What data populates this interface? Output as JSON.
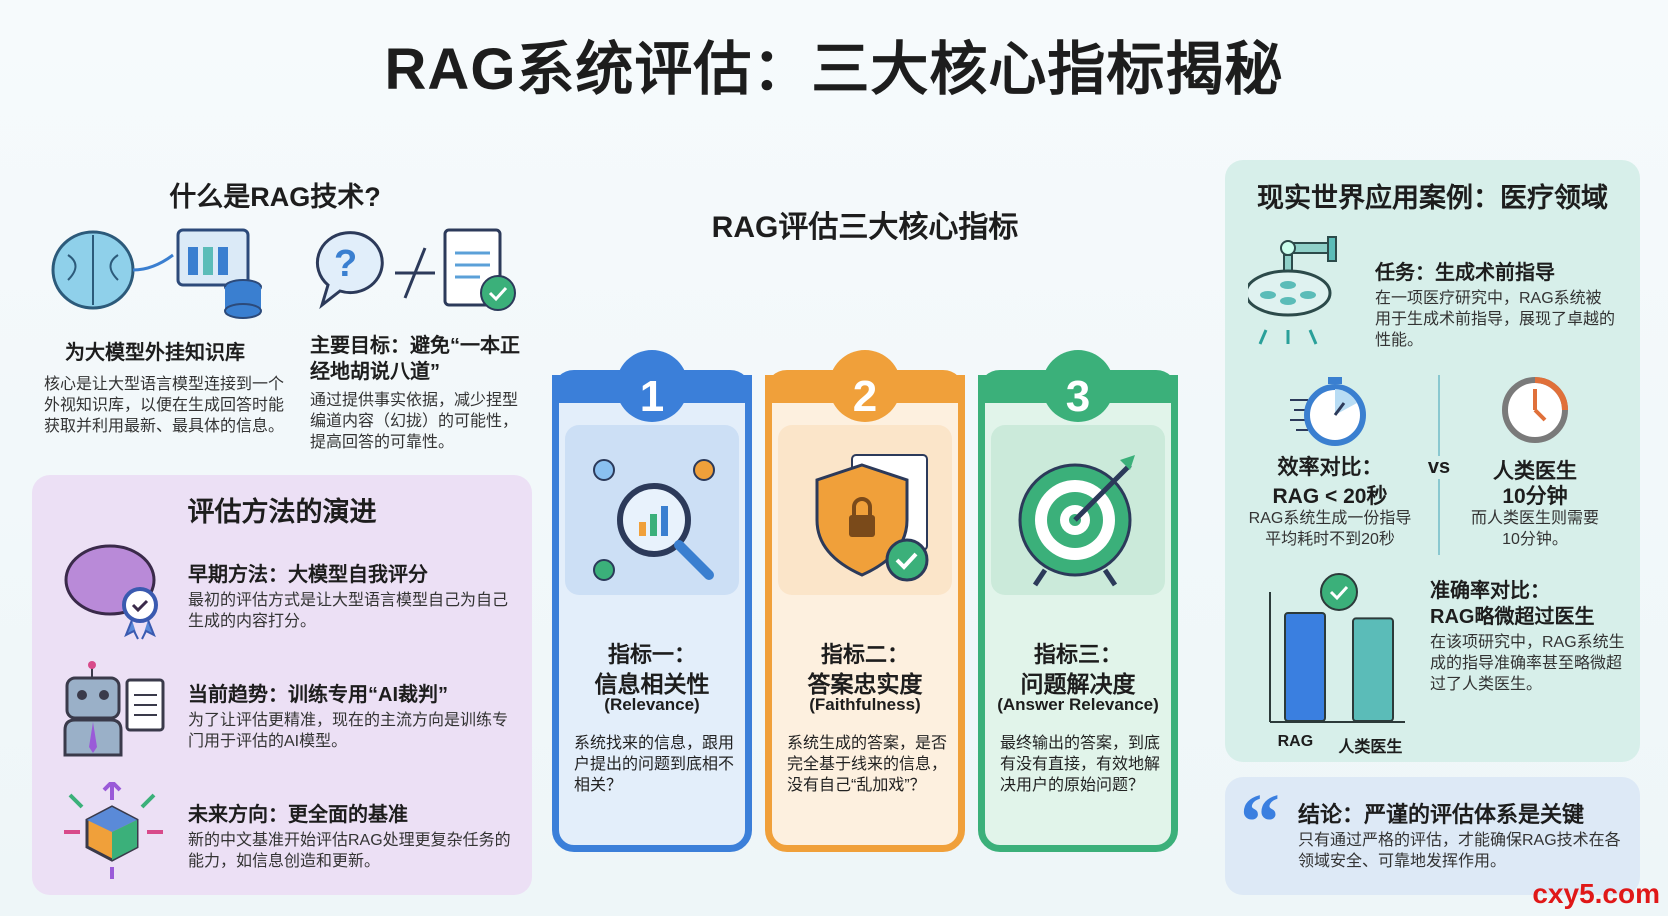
{
  "title": "RAG系统评估：三大核心指标揭秘",
  "what_is": {
    "heading": "什么是RAG技术?",
    "items": [
      {
        "icon": "brain-database-icon",
        "title": "为大模型外挂知识库",
        "text": "核心是让大型语言模型连接到一个外视知识库，以便在生成回答时能获取并利用最新、最具体的信息。"
      },
      {
        "icon": "question-not-equal-document-icon",
        "title": "主要目标：避免“一本正经地胡说八道”",
        "text": "通过提供事实依据，减少捏型编道内容（幻拢）的可能性，提高回答的可靠性。"
      }
    ]
  },
  "evolution": {
    "heading": "评估方法的演进",
    "items": [
      {
        "icon": "brain-badge-icon",
        "title": "早期方法：大模型自我评分",
        "text": "最初的评估方式是让大型语言模型自己为自己生成的内容打分。"
      },
      {
        "icon": "robot-judge-icon",
        "title": "当前趋势：训练专用“AI裁判”",
        "text": "为了让评估更精准，现在的主流方向是训练专门用于评估的AI模型。"
      },
      {
        "icon": "cube-arrows-icon",
        "title": "未来方向：更全面的基准",
        "text": "新的中文基准开始评估RAG处理更复杂任务的能力，如信息创造和更新。"
      }
    ]
  },
  "metrics": {
    "heading": "RAG评估三大核心指标",
    "cards": [
      {
        "num": "1",
        "label": "指标一：",
        "name": "信息相关性",
        "en": "(Relevance)",
        "text": "系统找来的信息，跟用户提出的问题到底相不相关？",
        "color": "#3b7fd9",
        "light": "#e3eefa",
        "icon": "magnifier-network-icon"
      },
      {
        "num": "2",
        "label": "指标二：",
        "name": "答案忠实度",
        "en": "(Faithfulness)",
        "text": "系统生成的答案，是否完全基于线来的信息，没有自己“乱加戏”？",
        "color": "#f0a03a",
        "light": "#fdf0df",
        "icon": "shield-lock-icon"
      },
      {
        "num": "3",
        "label": "指标三：",
        "name": "问题解决度",
        "en": "(Answer Relevance)",
        "text": "最终输出的答案，到底有没有直接，有效地解决用户的原始问题？",
        "color": "#3bb07a",
        "light": "#e1f4ea",
        "icon": "target-arrow-icon"
      }
    ]
  },
  "case": {
    "heading": "现实世界应用案例：医疗领域",
    "task": {
      "title": "任务：生成术前指导",
      "text": "在一项医疗研究中，RAG系统被用于生成术前指导，展现了卓越的性能。"
    },
    "efficiency": {
      "label": "效率对比：",
      "rag": "RAG < 20秒",
      "rag_text": "RAG系统生成一份指导平均耗时不到20秒",
      "vs": "vs",
      "human_label": "人类医生",
      "human": "10分钟",
      "human_text": "而人类医生则需要10分钟。"
    },
    "accuracy": {
      "label": "准确率对比：",
      "result": "RAG略微超过医生",
      "text": "在该项研究中，RAG系统生成的指导准确率甚至略微超过了人类医生。",
      "bars": [
        {
          "label": "RAG",
          "value": 1.0,
          "color": "#3a7fe0"
        },
        {
          "label": "人类医生",
          "value": 0.95,
          "color": "#5bbcb8"
        }
      ]
    }
  },
  "conclusion": {
    "title": "结论：严谨的评估体系是关键",
    "text": "只有通过严格的评估，才能确保RAG技术在各领域安全、可靠地发挥作用。"
  },
  "watermark": "cxy5.com"
}
